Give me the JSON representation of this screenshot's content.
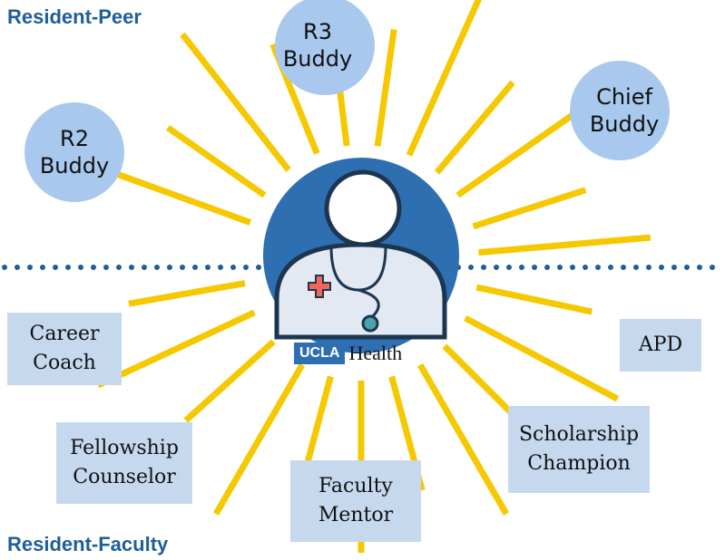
{
  "titles": {
    "peer": "Resident-Peer",
    "faculty": "Resident-Faculty"
  },
  "peers": [
    {
      "line1": "R2",
      "line2": "Buddy"
    },
    {
      "line1": "R3",
      "line2": "Buddy"
    },
    {
      "line1": "Chief",
      "line2": "Buddy"
    }
  ],
  "faculty": [
    {
      "line1": "Career",
      "line2": "Coach"
    },
    {
      "line1": "Fellowship",
      "line2": "Counselor"
    },
    {
      "line1": "Faculty",
      "line2": "Mentor"
    },
    {
      "line1": "Scholarship",
      "line2": "Champion"
    },
    {
      "line1": "APD",
      "line2": ""
    }
  ],
  "logo": {
    "ucla": "UCLA",
    "health": "Health"
  },
  "colors": {
    "ray": "#f5c800",
    "blue": "#2d6fb1",
    "box": "#c5d8ee",
    "title": "#1f5e99"
  }
}
